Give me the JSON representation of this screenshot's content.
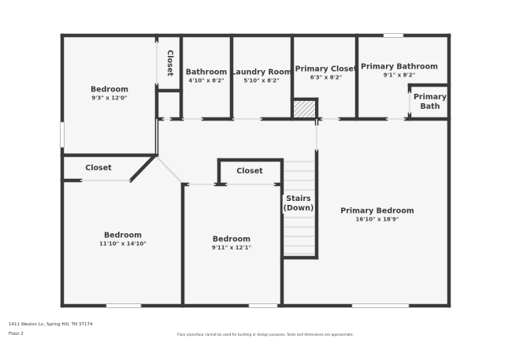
{
  "colors": {
    "wall": "#3a3a3a",
    "floor": "#f6f6f6",
    "background": "#ffffff",
    "window": "#cfcfcf",
    "stair_line": "#c8c8c8"
  },
  "rooms": {
    "bedroom_nw": {
      "name": "Bedroom",
      "dims": "9'3\" x 12'0\""
    },
    "closet_nw": {
      "name": "Closet"
    },
    "bathroom": {
      "name": "Bathroom",
      "dims": "4'10\" x 8'2\""
    },
    "laundry": {
      "name": "Laundry Room",
      "dims": "5'10\" x 8'2\""
    },
    "primary_closet": {
      "name": "Primary Closet",
      "dims": "6'3\" x 8'2\""
    },
    "primary_bathroom": {
      "name": "Primary Bathroom",
      "dims": "9'1\" x 8'2\""
    },
    "primary_bath": {
      "name_line1": "Primary",
      "name_line2": "Bath"
    },
    "closet_sw": {
      "name": "Closet"
    },
    "closet_center": {
      "name": "Closet"
    },
    "stairs": {
      "name_line1": "Stairs",
      "name_line2": "(Down)"
    },
    "bedroom_sw": {
      "name": "Bedroom",
      "dims": "11'10\" x 14'10\""
    },
    "bedroom_center": {
      "name": "Bedroom",
      "dims": "9'11\" x 12'1\""
    },
    "primary_bedroom": {
      "name": "Primary Bedroom",
      "dims": "16'10\" x 18'9\""
    }
  },
  "footer": {
    "address": "1411 Weston Ln, Spring Hill, TN 37174",
    "floor": "Floor 2",
    "disclaimer": "Floor plans/tour cannot be used for building or design purposes. Sizes and dimensions are approximate."
  }
}
